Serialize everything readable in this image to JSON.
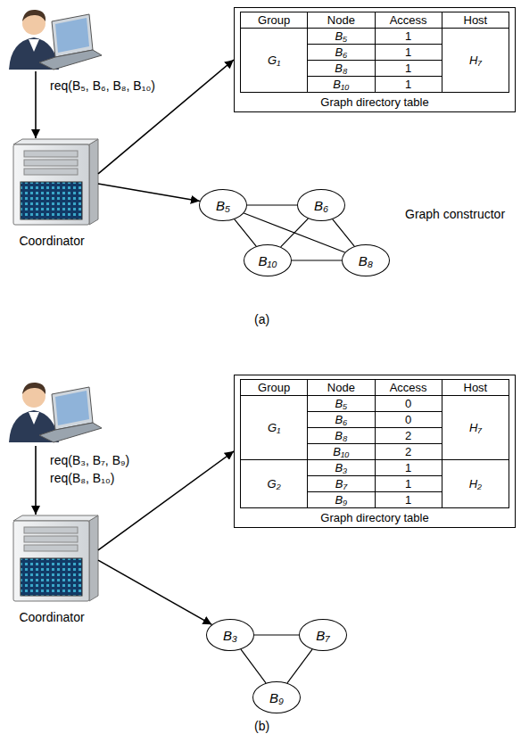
{
  "diagram": {
    "nodes": [
      {
        "text": [
          "Coordinator"
        ]
      },
      {
        "text": [
          "Graph directory table"
        ]
      },
      {
        "text": [
          "B₅"
        ]
      },
      {
        "text": [
          "B₆"
        ]
      },
      {
        "text": [
          "B₁₀"
        ]
      },
      {
        "text": [
          "B₈"
        ]
      },
      {
        "text": [
          "Coordinator"
        ]
      },
      {
        "text": [
          "Graph directory table"
        ]
      },
      {
        "text": [
          "B₃"
        ]
      },
      {
        "text": [
          "B₇"
        ]
      },
      {
        "text": [
          "B₉"
        ]
      }
    ],
    "edges": [
      {
        "from": 0,
        "to": 1,
        "arrow": "to"
      },
      {
        "from": 0,
        "to": 2,
        "arrow": "to"
      },
      {
        "from": 2,
        "to": 3,
        "arrow": "none"
      },
      {
        "from": 2,
        "to": 4,
        "arrow": "none"
      },
      {
        "from": 2,
        "to": 5,
        "arrow": "none"
      },
      {
        "from": 3,
        "to": 4,
        "arrow": "none"
      },
      {
        "from": 3,
        "to": 5,
        "arrow": "none"
      },
      {
        "from": 4,
        "to": 5,
        "arrow": "none"
      },
      {
        "from": 6,
        "to": 7,
        "arrow": "to"
      },
      {
        "from": 6,
        "to": 8,
        "arrow": "to"
      },
      {
        "from": 8,
        "to": 9,
        "arrow": "none"
      },
      {
        "from": 8,
        "to": 10,
        "arrow": "none"
      },
      {
        "from": 9,
        "to": 10,
        "arrow": "none"
      }
    ],
    "labels": [
      "req(B₅, B₆, B₈, B₁₀)",
      "Group",
      "Node",
      "Access",
      "Host",
      "G₁",
      "B₅",
      "1",
      "H₇",
      "B₆",
      "1",
      "B₈",
      "1",
      "B₁₀",
      "1",
      "Graph constructor",
      "(a)",
      "req(B₃, B₇, B₉)",
      "req(B₈, B₁₀)",
      "Group",
      "Node",
      "Access",
      "Host",
      "G₁",
      "B₅",
      "0",
      "H₇",
      "B₆",
      "0",
      "B₈",
      "2",
      "B₁₀",
      "2",
      "G₂",
      "B₃",
      "1",
      "H₂",
      "B₇",
      "1",
      "B₉",
      "1",
      "(b)"
    ]
  }
}
